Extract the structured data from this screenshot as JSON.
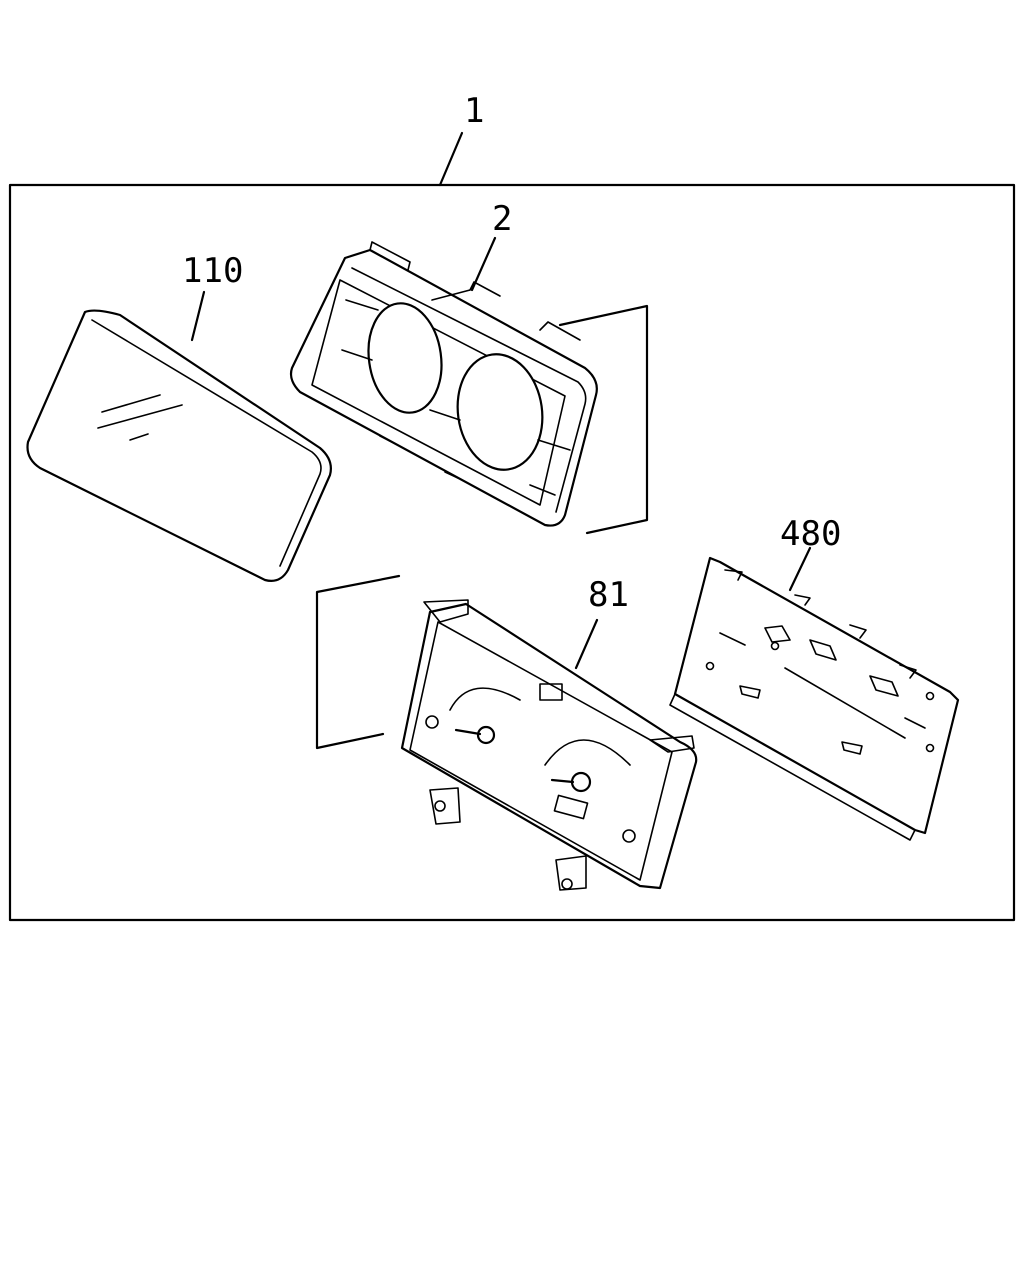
{
  "callouts": {
    "assembly": "1",
    "bezel": "2",
    "lens": "110",
    "dial_board": "81",
    "circuit_board": "480"
  }
}
